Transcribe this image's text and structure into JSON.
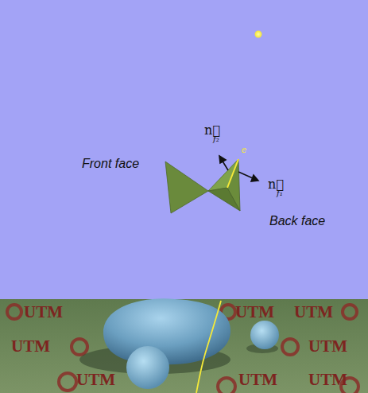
{
  "diagram": {
    "labels": [
      "Front face",
      "Back face",
      "n⃗",
      "f₂",
      "n⃗",
      "f₁",
      "e",
      "UTM",
      "UTM",
      "UTM",
      "UTM",
      "UTM",
      "UTM",
      "UTM",
      "UTM"
    ]
  }
}
